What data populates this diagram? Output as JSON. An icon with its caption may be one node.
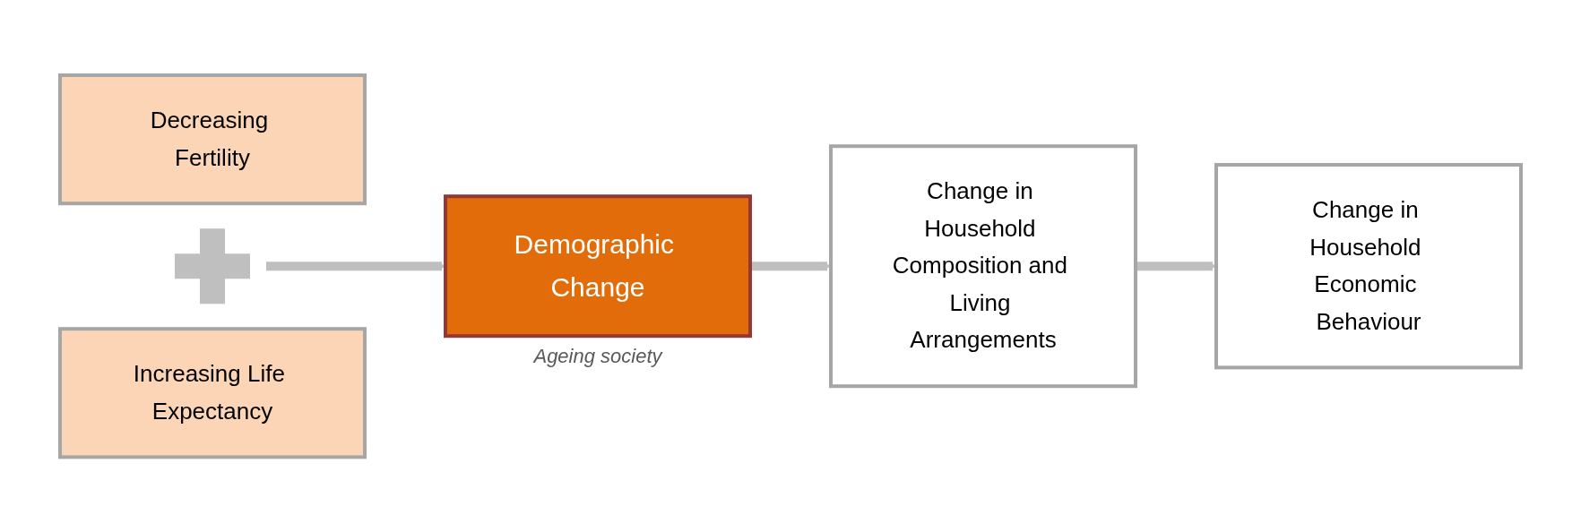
{
  "diagram": {
    "nodes": [
      {
        "text": [
          "Decreasing Fertility"
        ]
      },
      {
        "text": [],
        "shape": "plus"
      },
      {
        "text": [
          "Increasing Life Expectancy"
        ]
      },
      {
        "text": [
          "Demographic Change"
        ],
        "beside": [
          "Ageing society"
        ]
      },
      {
        "text": [
          "Change in Household Composition and Living Arrangements"
        ]
      },
      {
        "text": [
          "Change in Household Economic Behaviour"
        ]
      }
    ],
    "edges": [
      {
        "from": 1,
        "to": 3,
        "arrow": "to"
      },
      {
        "from": 3,
        "to": 4,
        "arrow": "to"
      },
      {
        "from": 4,
        "to": 5,
        "arrow": "to"
      }
    ]
  }
}
